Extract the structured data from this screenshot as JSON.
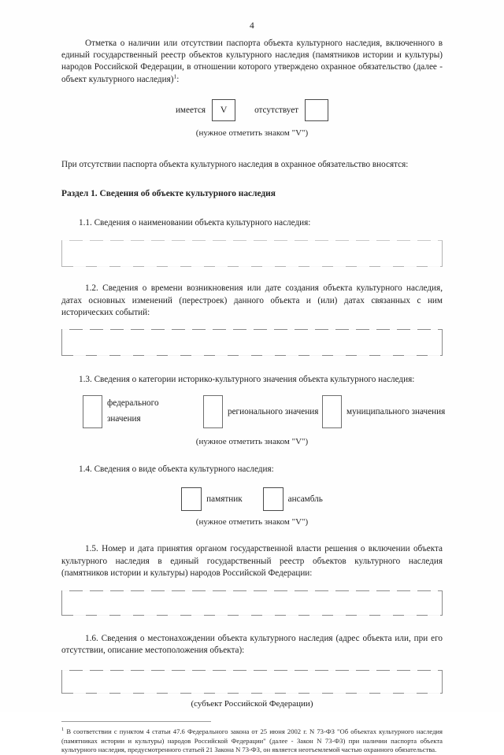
{
  "document": {
    "page_number": "4",
    "language": "ru"
  },
  "intro": {
    "text": "Отметка о наличии или отсутствии паспорта объекта культурного наследия, включенного в единый государственный реестр объектов культурного наследия (памятников истории и культуры) народов Российской Федерации, в отношении которого утверждено охранное обязательство (далее - объект культурного наследия)",
    "footnote_marker": "1",
    "colon": ":"
  },
  "passport_presence": {
    "present_label": "имеется",
    "present_value": "V",
    "absent_label": "отсутствует",
    "absent_value": "",
    "hint": "(нужное отметить знаком \"V\")"
  },
  "note_no_passport": "При отсутствии паспорта объекта культурного наследия в охранное обязательство вносятся:",
  "section": {
    "heading": "Раздел 1. Сведения об объекте культурного наследия"
  },
  "items": {
    "i11": {
      "label": "1.1. Сведения о наименовании объекта культурного наследия:",
      "value": ""
    },
    "i12": {
      "label": "1.2. Сведения о времени возникновения или дате создания объекта культурного наследия, датах основных изменений (перестроек) данного объекта и (или) датах связанных с ним исторических событий:",
      "value": ""
    },
    "i13": {
      "label": "1.3. Сведения о категории историко-культурного значения объекта культурного наследия:",
      "options": [
        {
          "label_line1": "федерального",
          "label_line2": "значения",
          "value": ""
        },
        {
          "label_line1": "регионального значения",
          "label_line2": "",
          "value": ""
        },
        {
          "label_line1": "муниципального значения",
          "label_line2": "",
          "value": ""
        }
      ],
      "hint": "(нужное отметить знаком \"V\")"
    },
    "i14": {
      "label": "1.4. Сведения о виде объекта культурного наследия:",
      "options": [
        {
          "label": "памятник",
          "value": ""
        },
        {
          "label": "ансамбль",
          "value": ""
        }
      ],
      "hint": "(нужное отметить знаком \"V\")"
    },
    "i15": {
      "label": "1.5. Номер и дата принятия органом государственной власти решения о включении объекта культурного наследия в единый государственный реестр объектов культурного наследия (памятников истории и культуры) народов Российской Федерации:",
      "value": ""
    },
    "i16": {
      "label": "1.6. Сведения о местонахождении объекта культурного наследия (адрес объекта или, при его отсутствии, описание местоположения объекта):",
      "value": "",
      "caption": "(субъект Российской Федерации)"
    }
  },
  "footnote": {
    "marker": "1",
    "text": " В соответствии с пунктом 4 статьи 47.6 Федерального закона от 25 июня 2002 г. N 73-ФЗ \"Об объектах культурного наследия (памятниках истории и культуры) народов Российской Федерации\" (далее - Закон N 73-ФЗ) при наличии паспорта объекта культурного наследия, предусмотренного статьей 21 Закона N 73-ФЗ, он является неотъемлемой частью охранного обязательства."
  }
}
